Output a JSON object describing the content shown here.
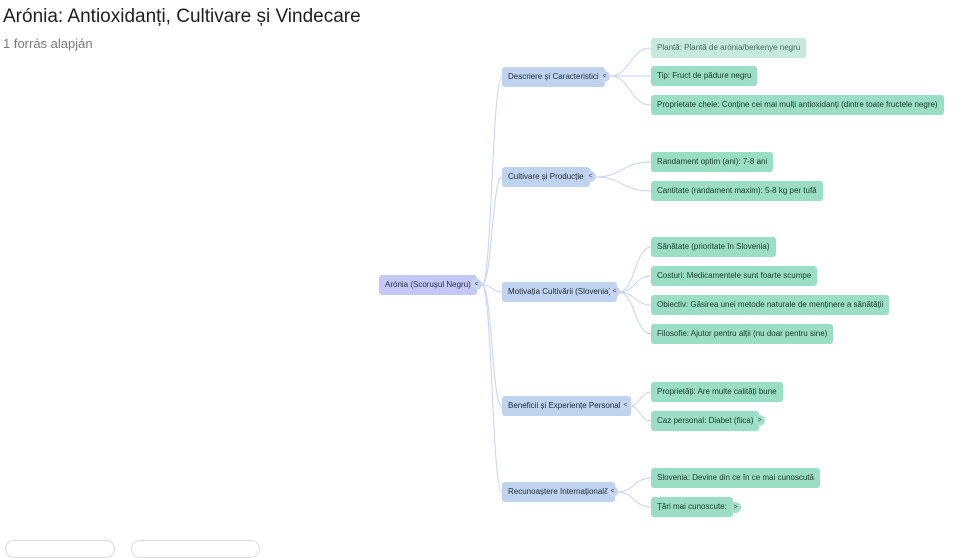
{
  "header": {
    "title": "Arónia: Antioxidanți, Cultivare și Vindecare",
    "subtitle": "1 forrás alapján"
  },
  "mindmap": {
    "root": {
      "label": "Arónia (Scorușul Negru)"
    },
    "branches": [
      {
        "label": "Descriere și Caracteristici",
        "children": [
          {
            "label": "Plantă: Plantă de arónia/berkenye negru"
          },
          {
            "label": "Tip: Fruct de pădure negru"
          },
          {
            "label": "Proprietate cheie: Conține cei mai mulți antioxidanți (dintre toate fructele negre)"
          }
        ]
      },
      {
        "label": "Cultivare și Producție",
        "children": [
          {
            "label": "Randament optim (ani): 7-8 ani"
          },
          {
            "label": "Cantitate (randament maxim): 5-8 kg per tufă"
          }
        ]
      },
      {
        "label": "Motivația Cultivării (Slovenia)",
        "children": [
          {
            "label": "Sănătate (prioritate în Slovenia)"
          },
          {
            "label": "Costuri: Medicamentele sunt foarte scumpe"
          },
          {
            "label": "Obiectiv: Găsirea unei metode naturale de menținere a sănătății"
          },
          {
            "label": "Filosofie: Ajutor pentru alții (nu doar pentru sine)"
          }
        ]
      },
      {
        "label": "Beneficii și Experiențe Personale",
        "children": [
          {
            "label": "Proprietăți: Are multe calități bune"
          },
          {
            "label": "Caz personal: Diabet (fiica)"
          }
        ]
      },
      {
        "label": "Recunoaștere Internațională",
        "children": [
          {
            "label": "Slovenia: Devine din ce în ce mai cunoscută"
          },
          {
            "label": "Țări mai cunoscute:"
          }
        ]
      }
    ],
    "toggles": {
      "collapse": "<",
      "expand": ">"
    }
  }
}
